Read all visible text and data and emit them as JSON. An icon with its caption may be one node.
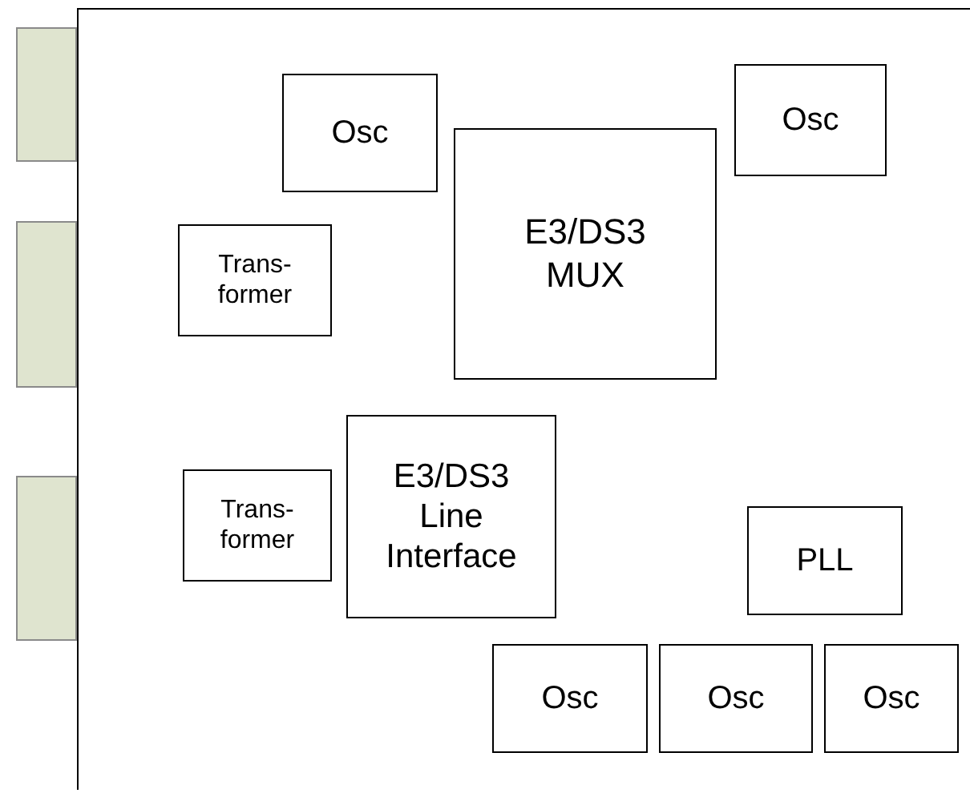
{
  "diagram": {
    "nodes": [
      {
        "text": [],
        "shape": "box"
      },
      {
        "text": [],
        "shape": "box"
      },
      {
        "text": [],
        "shape": "box"
      },
      {
        "text": [],
        "shape": "box"
      },
      {
        "text": [
          "Osc"
        ],
        "in": 0
      },
      {
        "text": [
          "Osc"
        ],
        "in": 0
      },
      {
        "text": [
          "E3/DS3 MUX"
        ],
        "in": 0
      },
      {
        "text": [
          "Trans- former"
        ],
        "in": 0
      },
      {
        "text": [
          "E3/DS3 Line Interface"
        ],
        "in": 0
      },
      {
        "text": [
          "Trans- former"
        ],
        "in": 0
      },
      {
        "text": [
          "PLL"
        ],
        "in": 0
      },
      {
        "text": [
          "Osc"
        ],
        "in": 0
      },
      {
        "text": [
          "Osc"
        ],
        "in": 0
      },
      {
        "text": [
          "Osc"
        ],
        "in": 0
      }
    ],
    "edges": []
  }
}
